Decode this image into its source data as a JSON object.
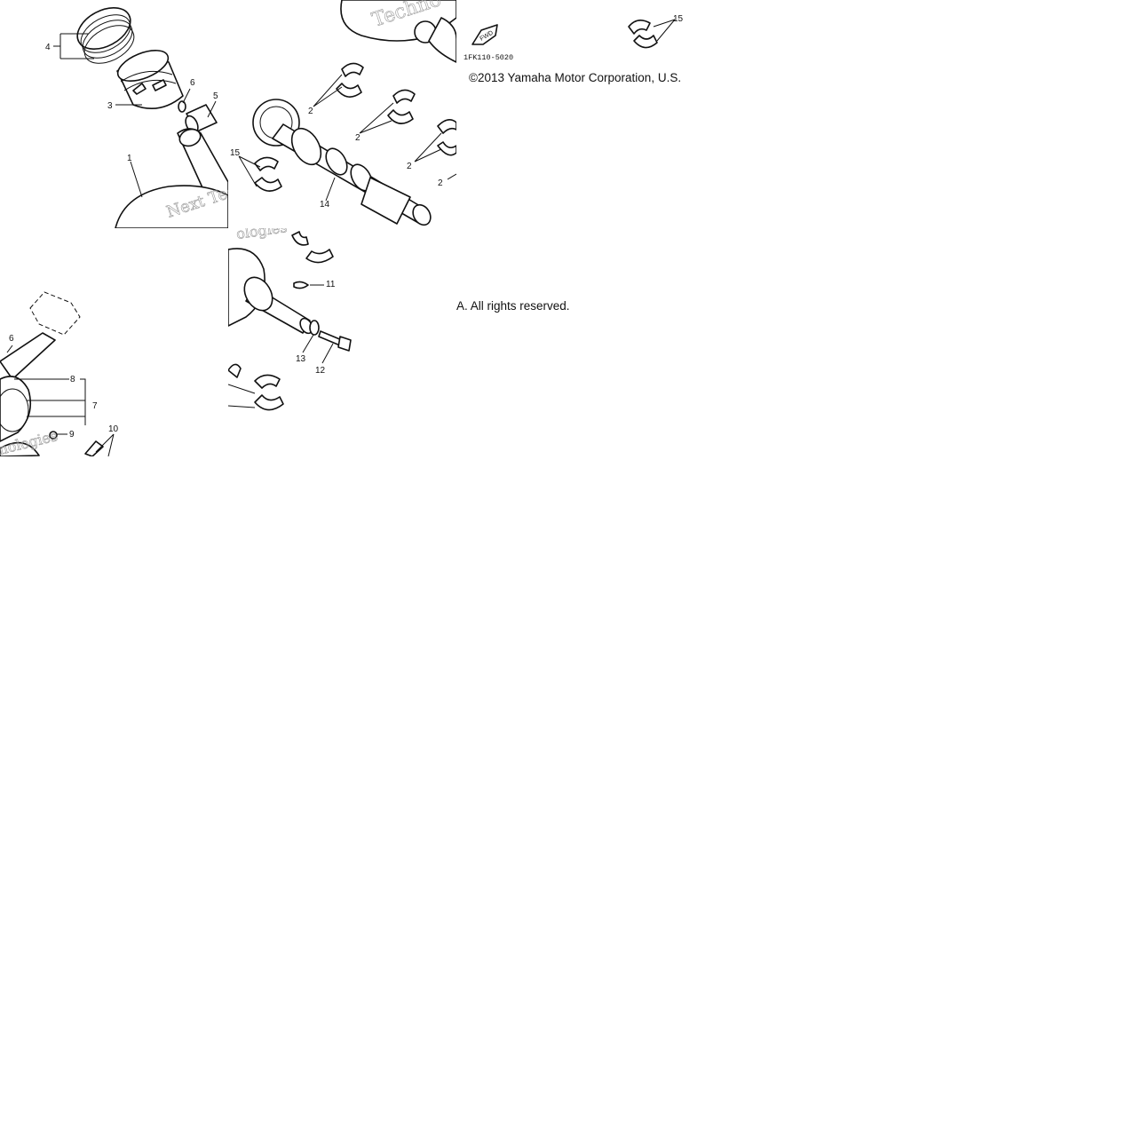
{
  "copyright": {
    "line1": "©2013 Yamaha Motor Corporation, U.S.",
    "line2": "A. All rights reserved."
  },
  "diagram": {
    "code": "1FK110-5020",
    "watermark_1": "Techno",
    "watermark_2": "Next Tec",
    "watermark_3": "ologies",
    "watermark_4": "nologies",
    "callouts": {
      "c1": "1",
      "c2a": "2",
      "c2b": "2",
      "c2c": "2",
      "c2d": "2",
      "c3": "3",
      "c4": "4",
      "c5": "5",
      "c6a": "6",
      "c6b": "6",
      "c7": "7",
      "c8": "8",
      "c9": "9",
      "c10": "10",
      "c11": "11",
      "c12": "12",
      "c13": "13",
      "c14": "14",
      "c15a": "15",
      "c15b": "15"
    }
  },
  "colors": {
    "line": "#111111",
    "watermark": "#9a9a9a",
    "background": "#ffffff"
  }
}
